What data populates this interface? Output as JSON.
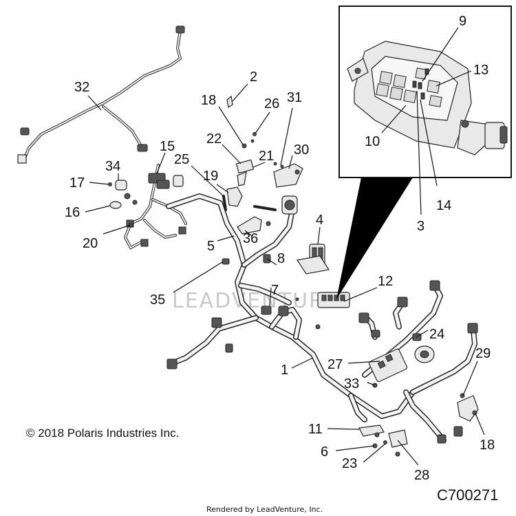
{
  "callouts": {
    "n1": "1",
    "n2": "2",
    "n3": "3",
    "n4": "4",
    "n5": "5",
    "n6": "6",
    "n7": "7",
    "n8": "8",
    "n9": "9",
    "n10": "10",
    "n11": "11",
    "n12": "12",
    "n13": "13",
    "n14": "14",
    "n15": "15",
    "n16": "16",
    "n17": "17",
    "n18a": "18",
    "n18b": "18",
    "n19": "19",
    "n20": "20",
    "n21": "21",
    "n22": "22",
    "n23": "23",
    "n24": "24",
    "n25": "25",
    "n26": "26",
    "n27": "27",
    "n28": "28",
    "n29": "29",
    "n30": "30",
    "n31": "31",
    "n32": "32",
    "n33": "33",
    "n34": "34",
    "n35": "35",
    "n36": "36"
  },
  "copyright": "© 2018 Polaris Industries Inc.",
  "diagram_code": "C700271",
  "rendered_by": "Rendered by LeadVenture, Inc.",
  "watermark": "LEADVENTURE"
}
